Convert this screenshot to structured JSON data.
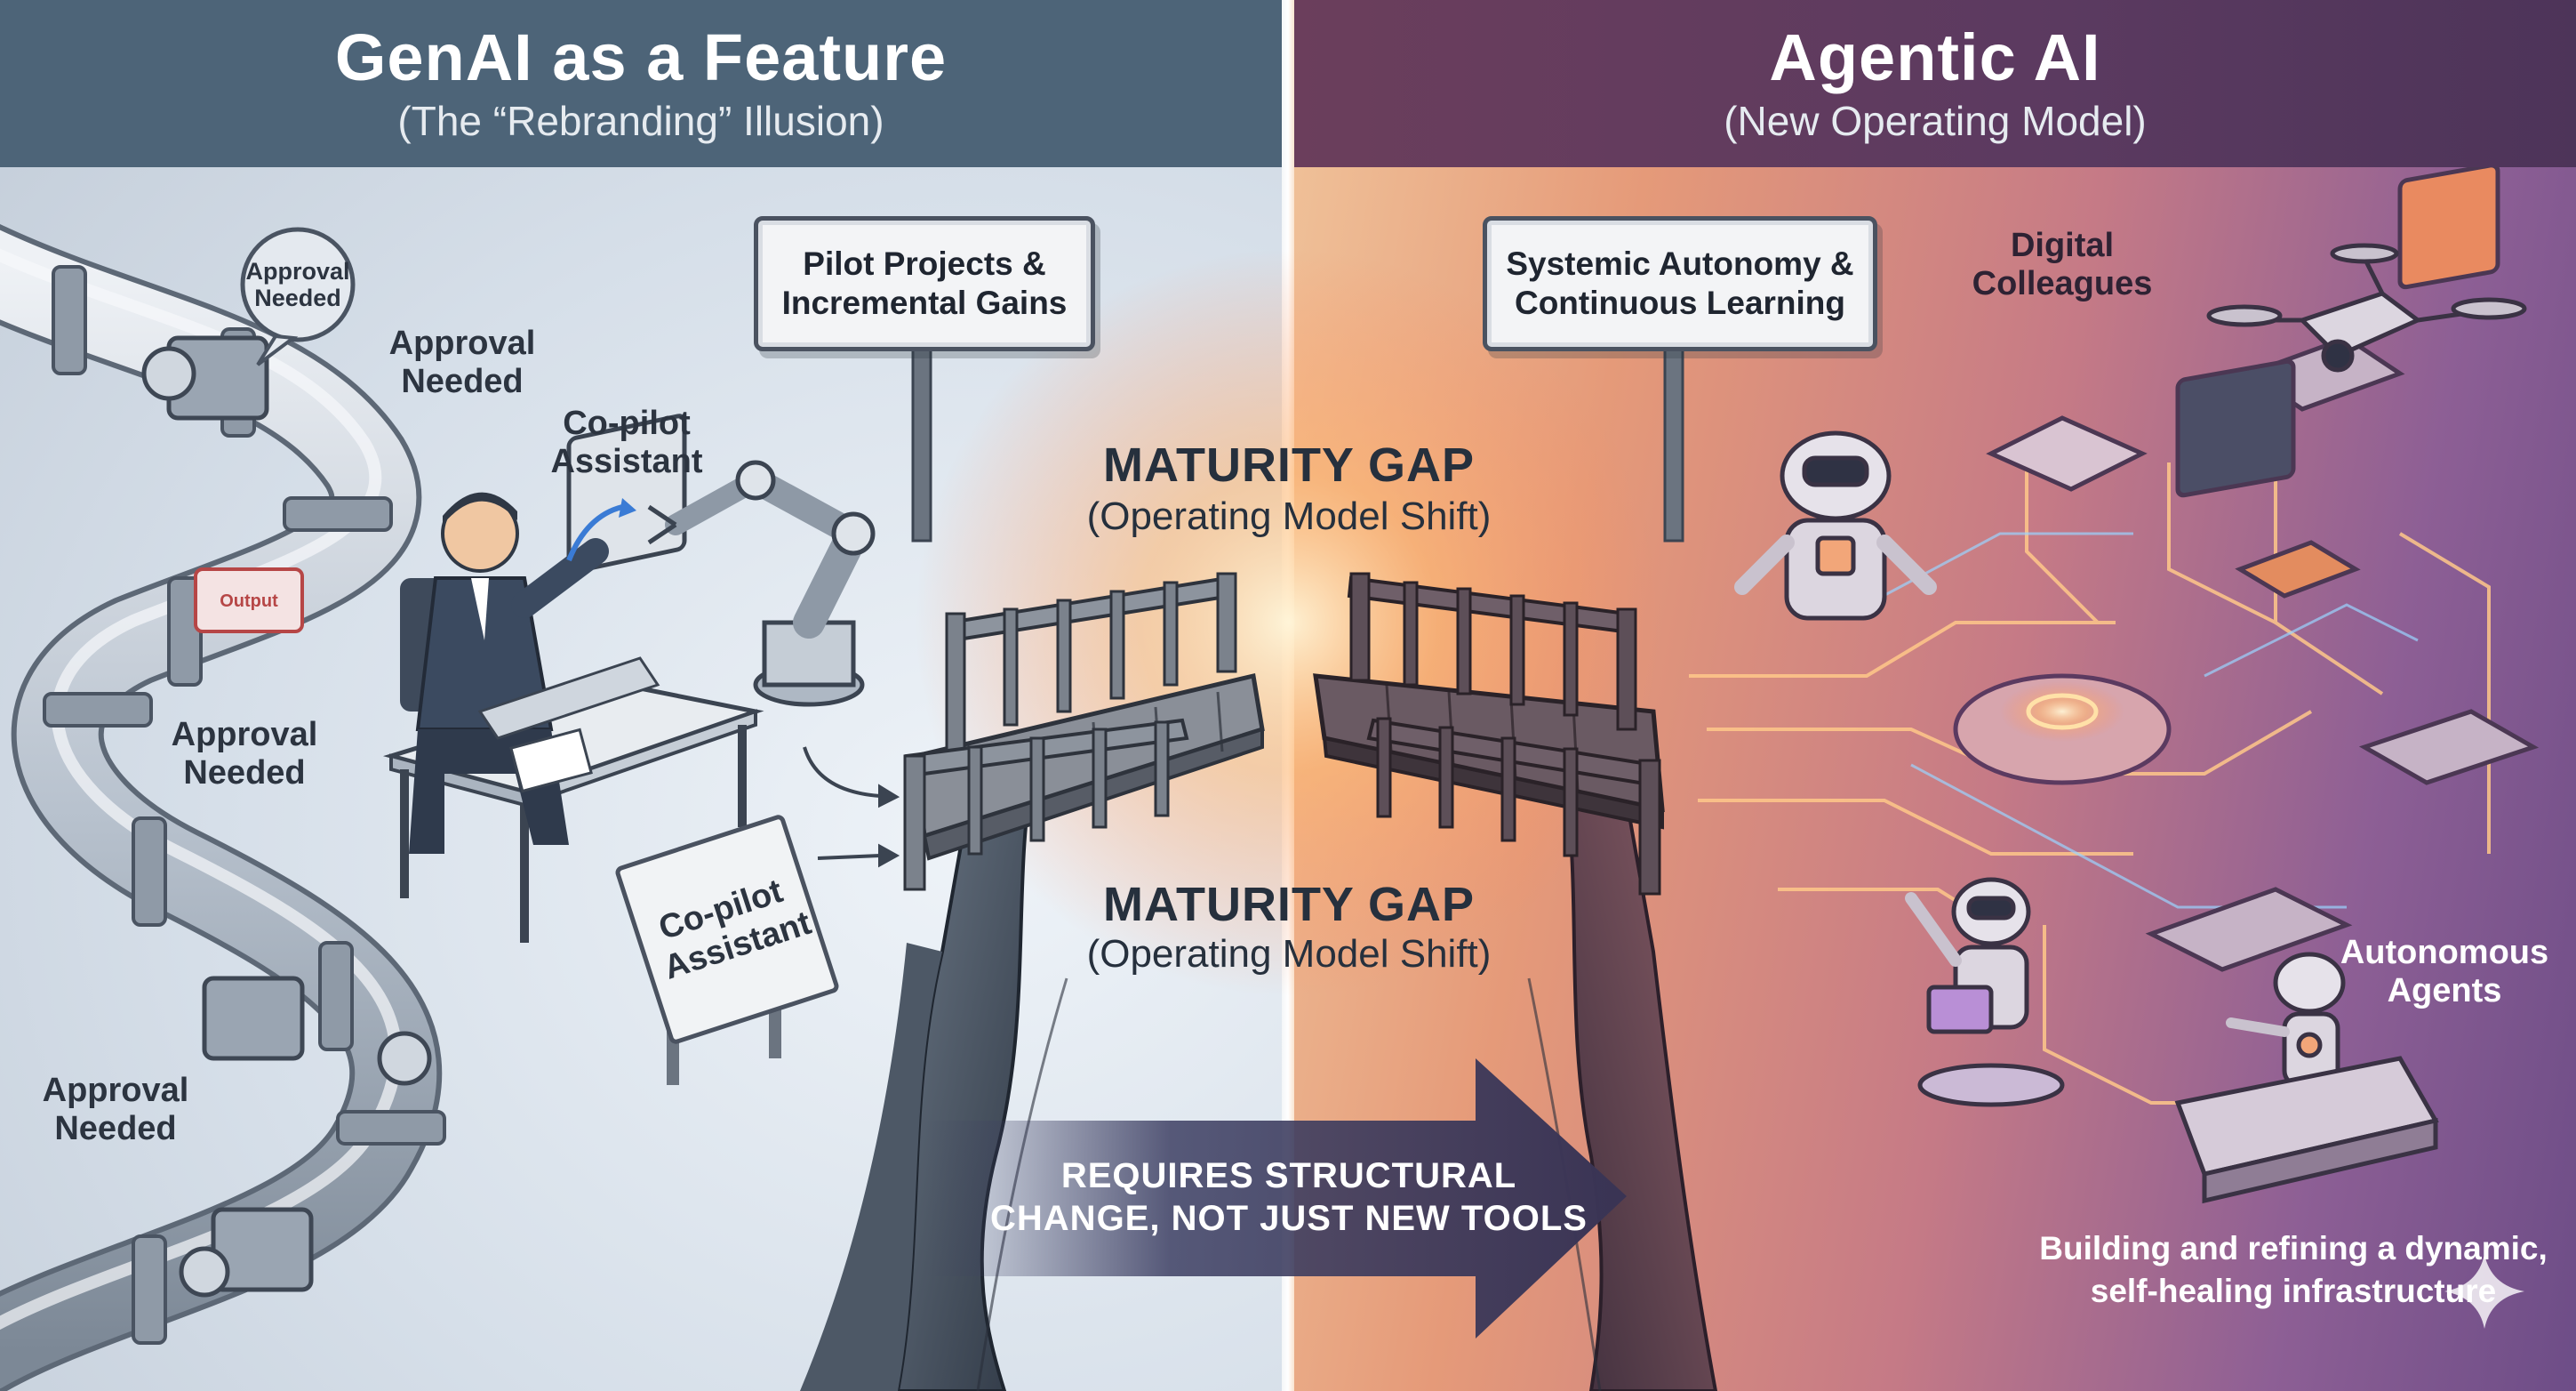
{
  "left": {
    "title": "GenAI as a Feature",
    "subtitle": "(The “Rebranding” Illusion)",
    "sign": "Pilot Projects & Incremental Gains",
    "bubble": "Approval Needed",
    "approval_1": "Approval Needed",
    "approval_2": "Approval Needed",
    "approval_3": "Approval Needed",
    "copilot_label": "Co-pilot Assistant",
    "copilot_sign": "Co-pilot Assistant"
  },
  "right": {
    "title": "Agentic AI",
    "subtitle": "(New Operating Model)",
    "sign": "Systemic Autonomy & Continuous Learning",
    "digital_colleagues": "Digital Colleagues",
    "autonomous_agents": "Autonomous Agents",
    "infrastructure": "Building and refining a dynamic, self-healing infrastructure"
  },
  "gap": {
    "title_top": "MATURITY GAP",
    "subtitle_top": "(Operating Model Shift)",
    "title_bottom": "MATURITY GAP",
    "subtitle_bottom": "(Operating Model Shift)"
  },
  "arrow": {
    "line1": "REQUIRES STRUCTURAL",
    "line2": "CHANGE, NOT JUST NEW TOOLS"
  },
  "colors": {
    "left_header": "#4d6478",
    "right_header": "#5b3a60",
    "arrow": "#3d3f63",
    "glow": "#ffb36b"
  }
}
